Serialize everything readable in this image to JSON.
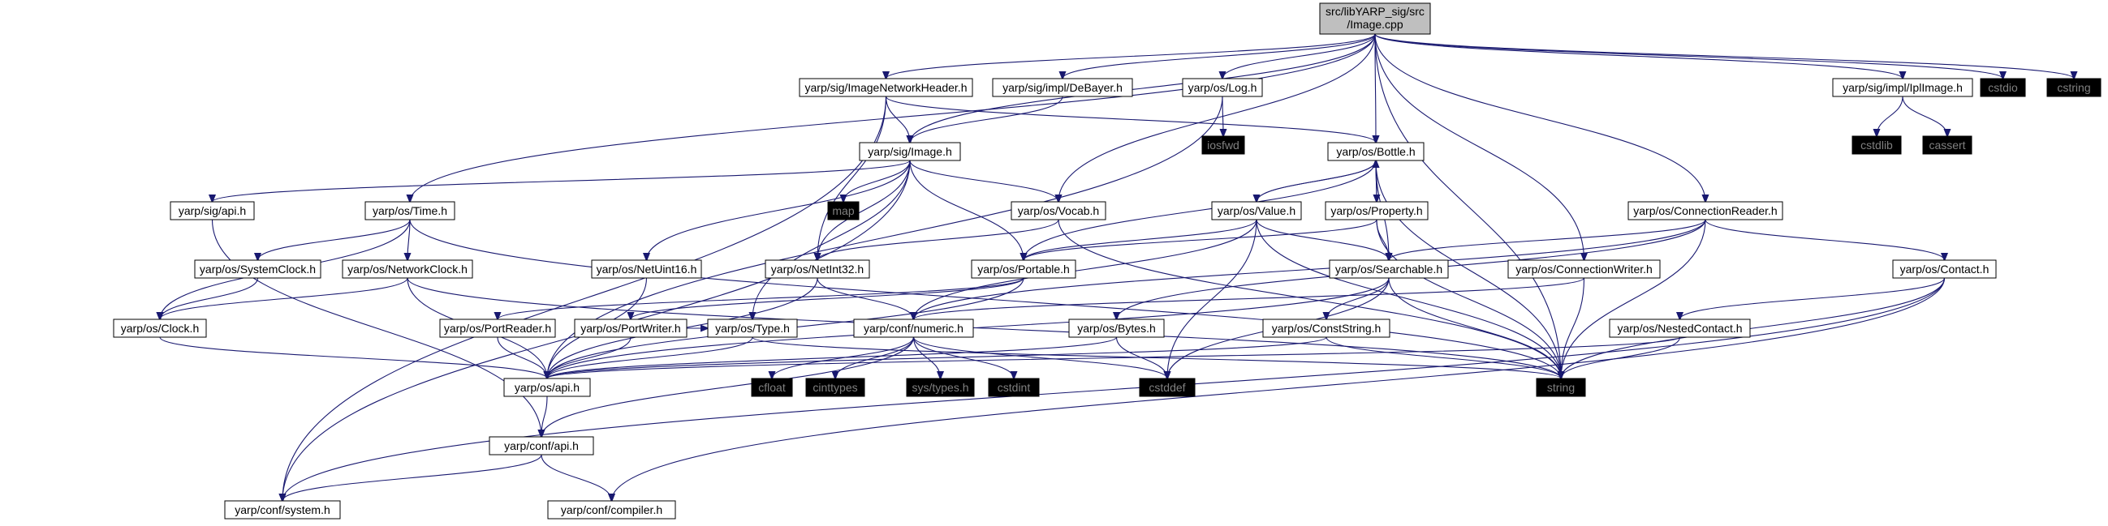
{
  "root": {
    "line1": "src/libYARP_sig/src",
    "line2": "/Image.cpp"
  },
  "colors": {
    "edge": "#191970",
    "root_fill": "#bfbfbf",
    "system_border": "#bfbfbf",
    "system_text": "#808080"
  },
  "nodes": [
    {
      "id": "root",
      "label": "src/libYARP_sig/src/Image.cpp",
      "kind": "root"
    },
    {
      "id": "ImageNetworkHeader",
      "label": "yarp/sig/ImageNetworkHeader.h",
      "kind": "normal"
    },
    {
      "id": "DeBayer",
      "label": "yarp/sig/impl/DeBayer.h",
      "kind": "normal"
    },
    {
      "id": "Log",
      "label": "yarp/os/Log.h",
      "kind": "normal"
    },
    {
      "id": "IplImage",
      "label": "yarp/sig/impl/IplImage.h",
      "kind": "normal"
    },
    {
      "id": "cstdio",
      "label": "cstdio",
      "kind": "system"
    },
    {
      "id": "cstring",
      "label": "cstring",
      "kind": "system"
    },
    {
      "id": "iosfwd",
      "label": "iosfwd",
      "kind": "system"
    },
    {
      "id": "Bottle",
      "label": "yarp/os/Bottle.h",
      "kind": "normal"
    },
    {
      "id": "cstdlib",
      "label": "cstdlib",
      "kind": "system"
    },
    {
      "id": "cassert",
      "label": "cassert",
      "kind": "system"
    },
    {
      "id": "Image",
      "label": "yarp/sig/Image.h",
      "kind": "normal"
    },
    {
      "id": "map",
      "label": "map",
      "kind": "system"
    },
    {
      "id": "sigapi",
      "label": "yarp/sig/api.h",
      "kind": "normal"
    },
    {
      "id": "Time",
      "label": "yarp/os/Time.h",
      "kind": "normal"
    },
    {
      "id": "Vocab",
      "label": "yarp/os/Vocab.h",
      "kind": "normal"
    },
    {
      "id": "Value",
      "label": "yarp/os/Value.h",
      "kind": "normal"
    },
    {
      "id": "Property",
      "label": "yarp/os/Property.h",
      "kind": "normal"
    },
    {
      "id": "ConnectionReader",
      "label": "yarp/os/ConnectionReader.h",
      "kind": "normal"
    },
    {
      "id": "SystemClock",
      "label": "yarp/os/SystemClock.h",
      "kind": "normal"
    },
    {
      "id": "NetworkClock",
      "label": "yarp/os/NetworkClock.h",
      "kind": "normal"
    },
    {
      "id": "NetUint16",
      "label": "yarp/os/NetUint16.h",
      "kind": "normal"
    },
    {
      "id": "NetInt32",
      "label": "yarp/os/NetInt32.h",
      "kind": "normal"
    },
    {
      "id": "Portable",
      "label": "yarp/os/Portable.h",
      "kind": "normal"
    },
    {
      "id": "Searchable",
      "label": "yarp/os/Searchable.h",
      "kind": "normal"
    },
    {
      "id": "ConnectionWriter",
      "label": "yarp/os/ConnectionWriter.h",
      "kind": "normal"
    },
    {
      "id": "Contact",
      "label": "yarp/os/Contact.h",
      "kind": "normal"
    },
    {
      "id": "Clock",
      "label": "yarp/os/Clock.h",
      "kind": "normal"
    },
    {
      "id": "PortReader",
      "label": "yarp/os/PortReader.h",
      "kind": "normal"
    },
    {
      "id": "PortWriter",
      "label": "yarp/os/PortWriter.h",
      "kind": "normal"
    },
    {
      "id": "Type",
      "label": "yarp/os/Type.h",
      "kind": "normal"
    },
    {
      "id": "numeric",
      "label": "yarp/conf/numeric.h",
      "kind": "normal"
    },
    {
      "id": "Bytes",
      "label": "yarp/os/Bytes.h",
      "kind": "normal"
    },
    {
      "id": "ConstString",
      "label": "yarp/os/ConstString.h",
      "kind": "normal"
    },
    {
      "id": "NestedContact",
      "label": "yarp/os/NestedContact.h",
      "kind": "normal"
    },
    {
      "id": "osapi",
      "label": "yarp/os/api.h",
      "kind": "normal"
    },
    {
      "id": "cfloat",
      "label": "cfloat",
      "kind": "system"
    },
    {
      "id": "cinttypes",
      "label": "cinttypes",
      "kind": "system"
    },
    {
      "id": "systypes",
      "label": "sys/types.h",
      "kind": "system"
    },
    {
      "id": "cstdint",
      "label": "cstdint",
      "kind": "system"
    },
    {
      "id": "cstddef",
      "label": "cstddef",
      "kind": "system"
    },
    {
      "id": "string",
      "label": "string",
      "kind": "system"
    },
    {
      "id": "confapi",
      "label": "yarp/conf/api.h",
      "kind": "normal"
    },
    {
      "id": "system",
      "label": "yarp/conf/system.h",
      "kind": "normal"
    },
    {
      "id": "compiler",
      "label": "yarp/conf/compiler.h",
      "kind": "normal"
    }
  ],
  "edges": [
    [
      "root",
      "ImageNetworkHeader"
    ],
    [
      "root",
      "DeBayer"
    ],
    [
      "root",
      "Log"
    ],
    [
      "root",
      "IplImage"
    ],
    [
      "root",
      "cstdio"
    ],
    [
      "root",
      "cstring"
    ],
    [
      "root",
      "Bottle"
    ],
    [
      "root",
      "Image"
    ],
    [
      "root",
      "Time"
    ],
    [
      "root",
      "Vocab"
    ],
    [
      "root",
      "ConnectionReader"
    ],
    [
      "root",
      "ConnectionWriter"
    ],
    [
      "root",
      "string"
    ],
    [
      "ImageNetworkHeader",
      "Image"
    ],
    [
      "ImageNetworkHeader",
      "Bottle"
    ],
    [
      "ImageNetworkHeader",
      "NetInt32"
    ],
    [
      "ImageNetworkHeader",
      "system"
    ],
    [
      "DeBayer",
      "Image"
    ],
    [
      "Log",
      "iosfwd"
    ],
    [
      "Log",
      "osapi"
    ],
    [
      "IplImage",
      "cstdlib"
    ],
    [
      "IplImage",
      "cassert"
    ],
    [
      "Image",
      "map"
    ],
    [
      "Image",
      "sigapi"
    ],
    [
      "Image",
      "Vocab"
    ],
    [
      "Image",
      "NetUint16"
    ],
    [
      "Image",
      "NetInt32"
    ],
    [
      "Image",
      "Portable"
    ],
    [
      "Image",
      "Type"
    ],
    [
      "Image",
      "system"
    ],
    [
      "sigapi",
      "confapi"
    ],
    [
      "Time",
      "SystemClock"
    ],
    [
      "Time",
      "NetworkClock"
    ],
    [
      "Time",
      "Clock"
    ],
    [
      "Time",
      "string"
    ],
    [
      "SystemClock",
      "Clock"
    ],
    [
      "NetworkClock",
      "Clock"
    ],
    [
      "NetworkClock",
      "osapi"
    ],
    [
      "NetworkClock",
      "string"
    ],
    [
      "Clock",
      "osapi"
    ],
    [
      "Vocab",
      "NetInt32"
    ],
    [
      "Vocab",
      "string"
    ],
    [
      "NetUint16",
      "osapi"
    ],
    [
      "NetInt32",
      "numeric"
    ],
    [
      "NetInt32",
      "osapi"
    ],
    [
      "Bottle",
      "Value"
    ],
    [
      "Bottle",
      "Property"
    ],
    [
      "Bottle",
      "Searchable"
    ],
    [
      "Bottle",
      "Portable"
    ],
    [
      "Bottle",
      "string"
    ],
    [
      "Value",
      "Bottle"
    ],
    [
      "Value",
      "Searchable"
    ],
    [
      "Value",
      "Portable"
    ],
    [
      "Value",
      "numeric"
    ],
    [
      "Value",
      "string"
    ],
    [
      "Value",
      "cstddef"
    ],
    [
      "Property",
      "Bottle"
    ],
    [
      "Property",
      "Searchable"
    ],
    [
      "Property",
      "Portable"
    ],
    [
      "Property",
      "string"
    ],
    [
      "Portable",
      "PortReader"
    ],
    [
      "Portable",
      "PortWriter"
    ],
    [
      "Portable",
      "osapi"
    ],
    [
      "PortReader",
      "osapi"
    ],
    [
      "PortWriter",
      "osapi"
    ],
    [
      "PortWriter",
      "Type"
    ],
    [
      "Type",
      "osapi"
    ],
    [
      "Type",
      "string"
    ],
    [
      "Searchable",
      "ConstString"
    ],
    [
      "Searchable",
      "osapi"
    ],
    [
      "Searchable",
      "string"
    ],
    [
      "Searchable",
      "cstddef"
    ],
    [
      "ConnectionReader",
      "Searchable"
    ],
    [
      "ConnectionReader",
      "Contact"
    ],
    [
      "ConnectionReader",
      "Bytes"
    ],
    [
      "ConnectionReader",
      "numeric"
    ],
    [
      "ConnectionReader",
      "string"
    ],
    [
      "ConnectionWriter",
      "numeric"
    ],
    [
      "ConnectionWriter",
      "string"
    ],
    [
      "Contact",
      "NestedContact"
    ],
    [
      "Contact",
      "string"
    ],
    [
      "Contact",
      "compiler"
    ],
    [
      "Contact",
      "system"
    ],
    [
      "NestedContact",
      "osapi"
    ],
    [
      "NestedContact",
      "string"
    ],
    [
      "Bytes",
      "osapi"
    ],
    [
      "Bytes",
      "cstddef"
    ],
    [
      "ConstString",
      "osapi"
    ],
    [
      "ConstString",
      "string"
    ],
    [
      "numeric",
      "cfloat"
    ],
    [
      "numeric",
      "cinttypes"
    ],
    [
      "numeric",
      "systypes"
    ],
    [
      "numeric",
      "cstdint"
    ],
    [
      "numeric",
      "cstddef"
    ],
    [
      "numeric",
      "confapi"
    ],
    [
      "osapi",
      "confapi"
    ],
    [
      "confapi",
      "system"
    ],
    [
      "confapi",
      "compiler"
    ]
  ]
}
